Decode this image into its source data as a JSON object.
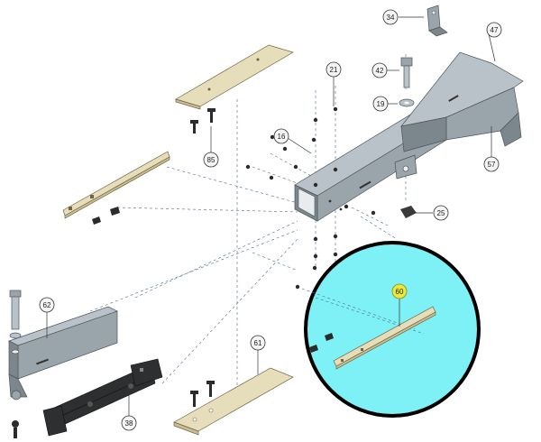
{
  "diagram": {
    "callouts": [
      {
        "id": "c34",
        "label": "34"
      },
      {
        "id": "c47",
        "label": "47"
      },
      {
        "id": "c21",
        "label": "21"
      },
      {
        "id": "c42",
        "label": "42"
      },
      {
        "id": "c19",
        "label": "19"
      },
      {
        "id": "c85",
        "label": "85"
      },
      {
        "id": "c16",
        "label": "16"
      },
      {
        "id": "c57",
        "label": "57"
      },
      {
        "id": "c25",
        "label": "25"
      },
      {
        "id": "c62",
        "label": "62"
      },
      {
        "id": "c61",
        "label": "61"
      },
      {
        "id": "c38",
        "label": "38"
      },
      {
        "id": "c60",
        "label": "60"
      }
    ],
    "colors": {
      "detail_background": "#7ef1f6",
      "detail_border": "#000000",
      "highlight_callout": "#e9e93a",
      "steel": "#9aa4ab",
      "plate": "#e6ddbb"
    }
  }
}
